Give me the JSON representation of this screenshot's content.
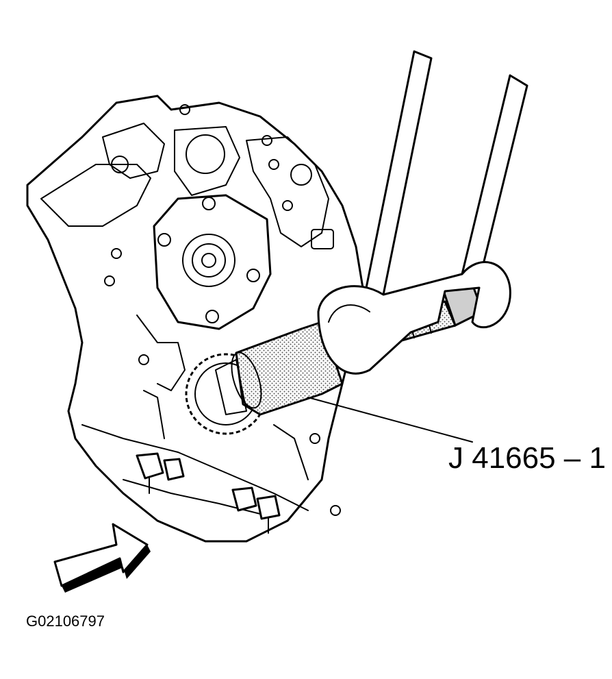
{
  "diagram": {
    "callout_label": "J 41665 – 1",
    "figure_id": "G02106797",
    "parts": {
      "engine_block": "engine-block-front",
      "oil_pump_cover": "oil-pump-cover",
      "crank_sprocket": "crankshaft-sprocket",
      "tool_body": "puller-tool-body",
      "forcing_screw": "forcing-screw",
      "wrench": "open-end-wrench",
      "direction_arrow": "view-direction-arrow"
    }
  }
}
